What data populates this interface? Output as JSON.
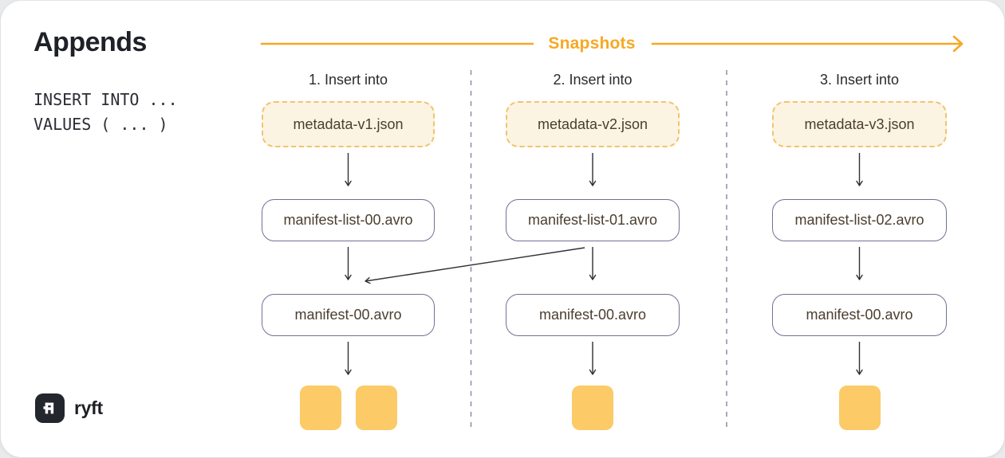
{
  "card": {
    "title": "Appends",
    "code": [
      "INSERT INTO ...",
      "VALUES ( ... )"
    ]
  },
  "timeline": {
    "label": "Snapshots"
  },
  "columns": [
    {
      "step_label": "1. Insert into",
      "metadata_file": "metadata-v1.json",
      "manifest_list_file": "manifest-list-00.avro",
      "manifest_file": "manifest-00.avro",
      "data_file_count": 2
    },
    {
      "step_label": "2. Insert into",
      "metadata_file": "metadata-v2.json",
      "manifest_list_file": "manifest-list-01.avro",
      "manifest_file": "manifest-00.avro",
      "data_file_count": 1
    },
    {
      "step_label": "3. Insert into",
      "metadata_file": "metadata-v3.json",
      "manifest_list_file": "manifest-list-02.avro",
      "manifest_file": "manifest-00.avro",
      "data_file_count": 1
    }
  ],
  "logo": {
    "brand": "ryft"
  },
  "colors": {
    "accent_orange": "#f7a823",
    "metadata_fill": "#fbf4e3",
    "metadata_border": "#f3c36b",
    "data_square_fill": "#fcca67",
    "node_border": "#6e7295",
    "node_text": "#4b3e2e",
    "divider": "#9094ab",
    "arrow": "#2f3035",
    "text_dark": "#1f2128"
  }
}
